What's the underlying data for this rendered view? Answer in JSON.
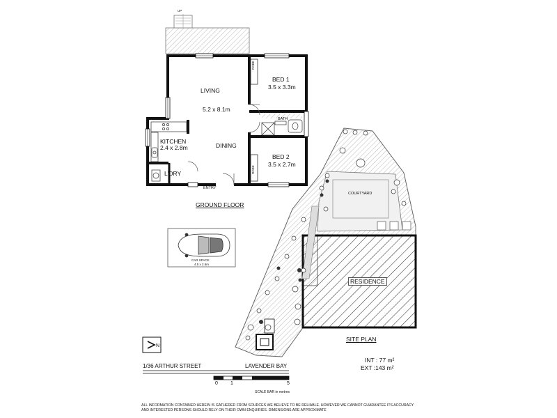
{
  "ground_floor": {
    "title": "GROUND FLOOR",
    "up_label": "UP",
    "rooms": {
      "living": "LIVING",
      "living_dims": "5.2 x 8.1m",
      "dining": "DINING",
      "kitchen": "KITCHEN",
      "kitchen_dims": "2.4 x 2.8m",
      "laundry": "L'DRY",
      "entry": "ENTRY",
      "bath": "BATH",
      "bed1": "BED 1",
      "bed1_dims": "3.5 x 3.3m",
      "bed2": "BED 2",
      "bed2_dims": "3.5 x 2.7m",
      "robe": "ROBE"
    }
  },
  "car_space": {
    "label": "CAR SPACE",
    "dims": "4.5 x 2.6m"
  },
  "site_plan": {
    "title": "SITE PLAN",
    "courtyard": "COURTYARD",
    "residence": "RESIDENCE"
  },
  "areas": {
    "int": "INT : 77 m²",
    "ext": "EXT :143  m²"
  },
  "footer": {
    "address": "1/36 ARTHUR STREET",
    "suburb": "LAVENDER BAY",
    "scale_ticks": [
      "0",
      "1",
      "5"
    ],
    "scale_caption": "SCALE BAR in metres",
    "disclaimer_line1": "ALL INFORMATION CONTAINED HEREIN IS GATHERED FROM SOURCES WE BELIEVE TO BE RELIABLE. HOWEVER WE CANNOT GUARANTEE ITS ACCURACY",
    "disclaimer_line2": "AND INTERESTED PERSONS SHOULD RELY ON THEIR OWN ENQUIRIES. DIMENSIONS ARE APPROXIMATE"
  },
  "north_label": "N"
}
